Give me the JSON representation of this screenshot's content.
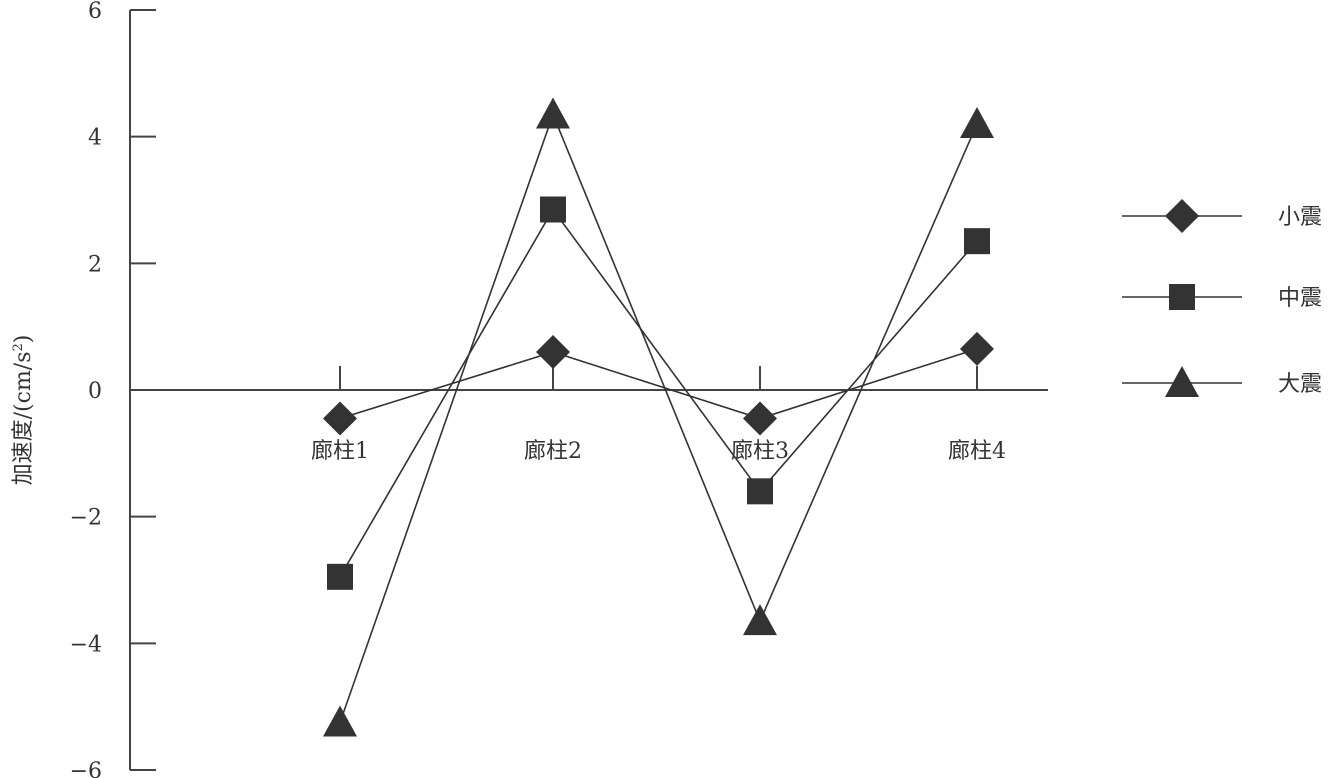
{
  "chart_data": {
    "type": "line",
    "title": "",
    "xlabel": "",
    "ylabel": "加速度/(cm/s",
    "ylabel_sup": "2",
    "ylabel_close": ")",
    "categories": [
      "廊柱1",
      "廊柱2",
      "廊柱3",
      "廊柱4"
    ],
    "ylim": [
      -6,
      6
    ],
    "yticks": [
      6,
      4,
      2,
      0,
      -2,
      -4,
      -6
    ],
    "ytick_labels": [
      "6",
      "4",
      "2",
      "0",
      "−2",
      "−4",
      "−6"
    ],
    "grid": false,
    "legend_position": "right",
    "series": [
      {
        "name": "小震",
        "marker": "diamond",
        "values": [
          -0.45,
          0.6,
          -0.45,
          0.65
        ]
      },
      {
        "name": "中震",
        "marker": "square",
        "values": [
          -2.95,
          2.85,
          -1.6,
          2.35
        ]
      },
      {
        "name": "大震",
        "marker": "triangle",
        "values": [
          -5.25,
          4.35,
          -3.65,
          4.2
        ]
      }
    ],
    "colors": {
      "line": "#333333",
      "marker": "#333333",
      "axis": "#444444"
    }
  }
}
